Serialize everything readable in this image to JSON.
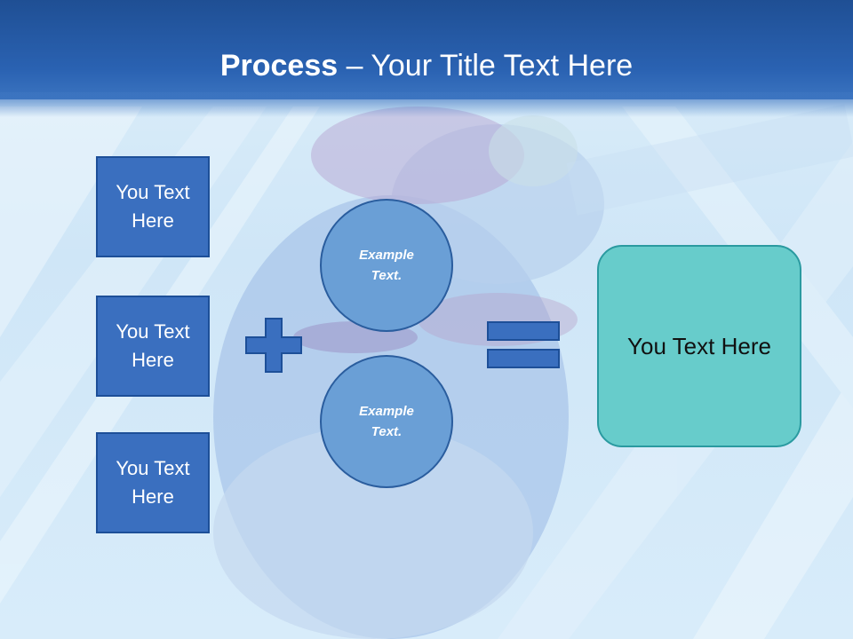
{
  "title": {
    "strong": "Process",
    "rest": " – Your Title Text Here"
  },
  "left_boxes": [
    {
      "line1": "You Text",
      "line2": "Here"
    },
    {
      "line1": "You Text",
      "line2": "Here"
    },
    {
      "line1": "You Text",
      "line2": "Here"
    }
  ],
  "circles": [
    {
      "line1": "Example",
      "line2": "Text."
    },
    {
      "line1": "Example",
      "line2": "Text."
    }
  ],
  "result": {
    "text": "You Text Here"
  },
  "colors": {
    "header": "#2a62b2",
    "box_fill": "#3a6fbf",
    "circle_fill": "#6a9fd6",
    "result_fill": "#67cccb",
    "symbol_fill": "#3a6fbf"
  },
  "symbols": {
    "operator": "plus",
    "result_operator": "equals"
  }
}
